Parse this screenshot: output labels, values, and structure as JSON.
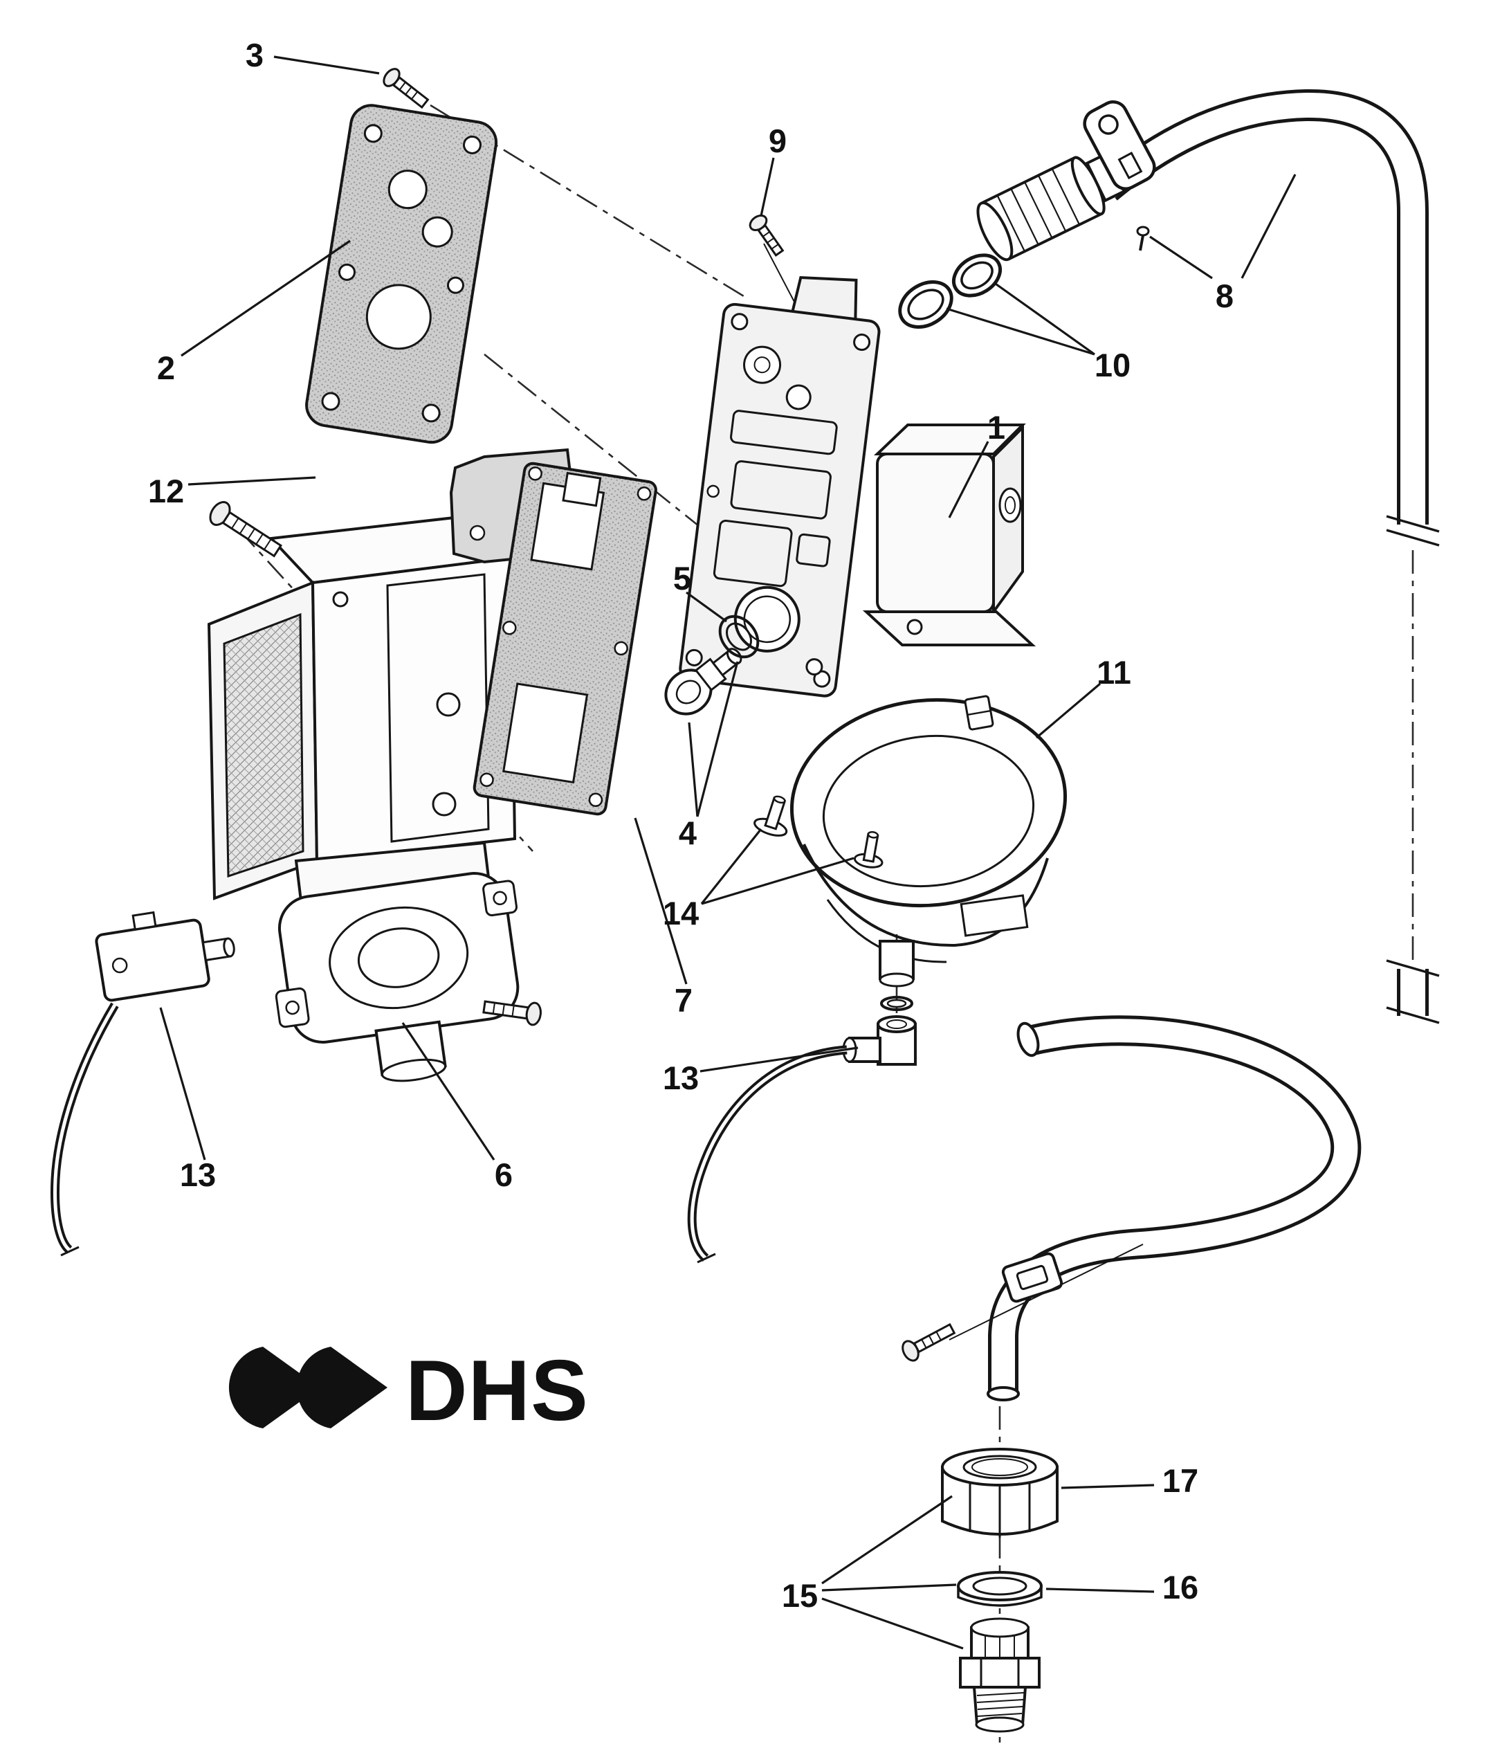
{
  "diagram": {
    "logo_text": "DHS",
    "colors": {
      "line": "#1a1a1a",
      "background": "#ffffff",
      "gasket_fill": "#c9c9c9"
    },
    "part_labels": [
      {
        "text": "3"
      },
      {
        "text": "2"
      },
      {
        "text": "9"
      },
      {
        "text": "8"
      },
      {
        "text": "10"
      },
      {
        "text": "1"
      },
      {
        "text": "12"
      },
      {
        "text": "5"
      },
      {
        "text": "4"
      },
      {
        "text": "11"
      },
      {
        "text": "14"
      },
      {
        "text": "7"
      },
      {
        "text": "13"
      },
      {
        "text": "13"
      },
      {
        "text": "6"
      },
      {
        "text": "15"
      },
      {
        "text": "16"
      },
      {
        "text": "17"
      }
    ]
  }
}
